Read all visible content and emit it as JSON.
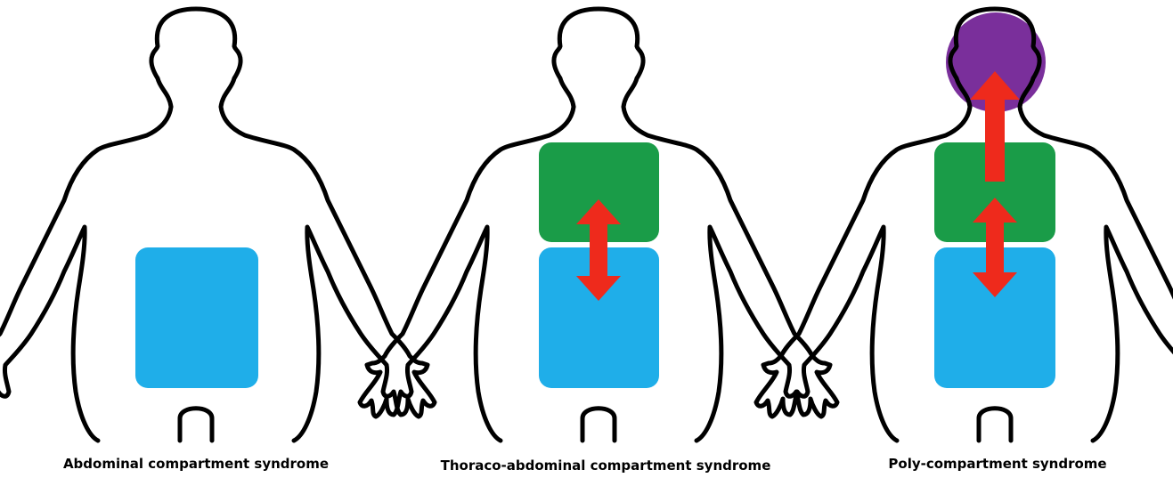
{
  "captions": {
    "abdominal": "Abdominal compartment syndrome",
    "thoraco_abdominal": "Thoraco-abdominal compartment syndrome",
    "poly": "Poly-compartment syndrome"
  },
  "colors": {
    "outline": "#000000",
    "abdomen": "#1faee9",
    "thorax": "#1a9c48",
    "head": "#7a2f9b",
    "arrow": "#ee2a1c",
    "background": "#ffffff"
  }
}
